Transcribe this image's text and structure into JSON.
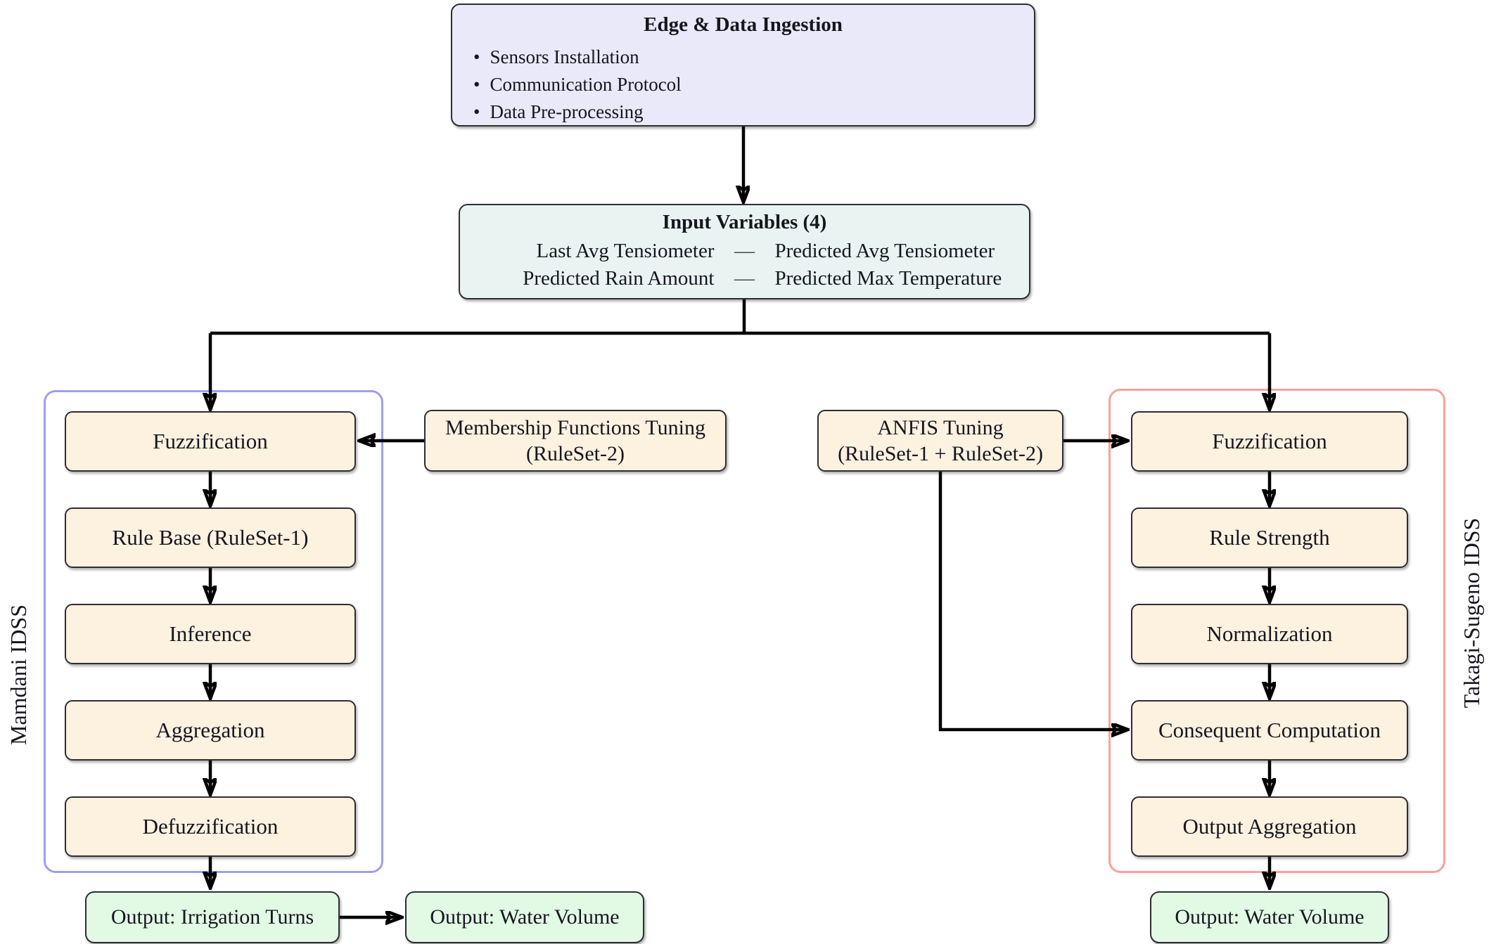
{
  "diagram": {
    "edge_ingestion": {
      "title": "Edge & Data Ingestion",
      "bullet_glyph": "•",
      "bullets": [
        "Sensors Installation",
        "Communication Protocol",
        "Data Pre-processing"
      ]
    },
    "input_variables": {
      "title": "Input Variables (4)",
      "rows": [
        {
          "left": "Last Avg Tensiometer",
          "sep": "—",
          "right": "Predicted Avg Tensiometer"
        },
        {
          "left": "Predicted Rain Amount",
          "sep": "—",
          "right": "Predicted Max Temperature"
        }
      ]
    },
    "mamdani": {
      "label": "Mamdani IDSS",
      "steps": [
        "Fuzzification",
        "Rule Base (RuleSet-1)",
        "Inference",
        "Aggregation",
        "Defuzzification"
      ]
    },
    "takagi": {
      "label": "Takagi-Sugeno IDSS",
      "steps": [
        "Fuzzification",
        "Rule Strength",
        "Normalization",
        "Consequent Computation",
        "Output Aggregation"
      ]
    },
    "membership_tuning": {
      "line1": "Membership Functions Tuning",
      "line2": "(RuleSet-2)"
    },
    "anfis_tuning": {
      "line1": "ANFIS Tuning",
      "line2": "(RuleSet-1 + RuleSet-2)"
    },
    "outputs": {
      "irrigation_turns": "Output: Irrigation Turns",
      "water_volume_left": "Output: Water Volume",
      "water_volume_right": "Output: Water Volume"
    },
    "colors": {
      "edge_fill": "#e9e9f9",
      "input_fill": "#e9f4f2",
      "process_fill": "#fdf1e0",
      "output_fill": "#e2f9e4",
      "mamdani_frame": "#9e9ef5",
      "takagi_frame": "#fca09e",
      "wire": "#000000",
      "node_border": "#2e2e34",
      "text": "#16161f"
    }
  }
}
